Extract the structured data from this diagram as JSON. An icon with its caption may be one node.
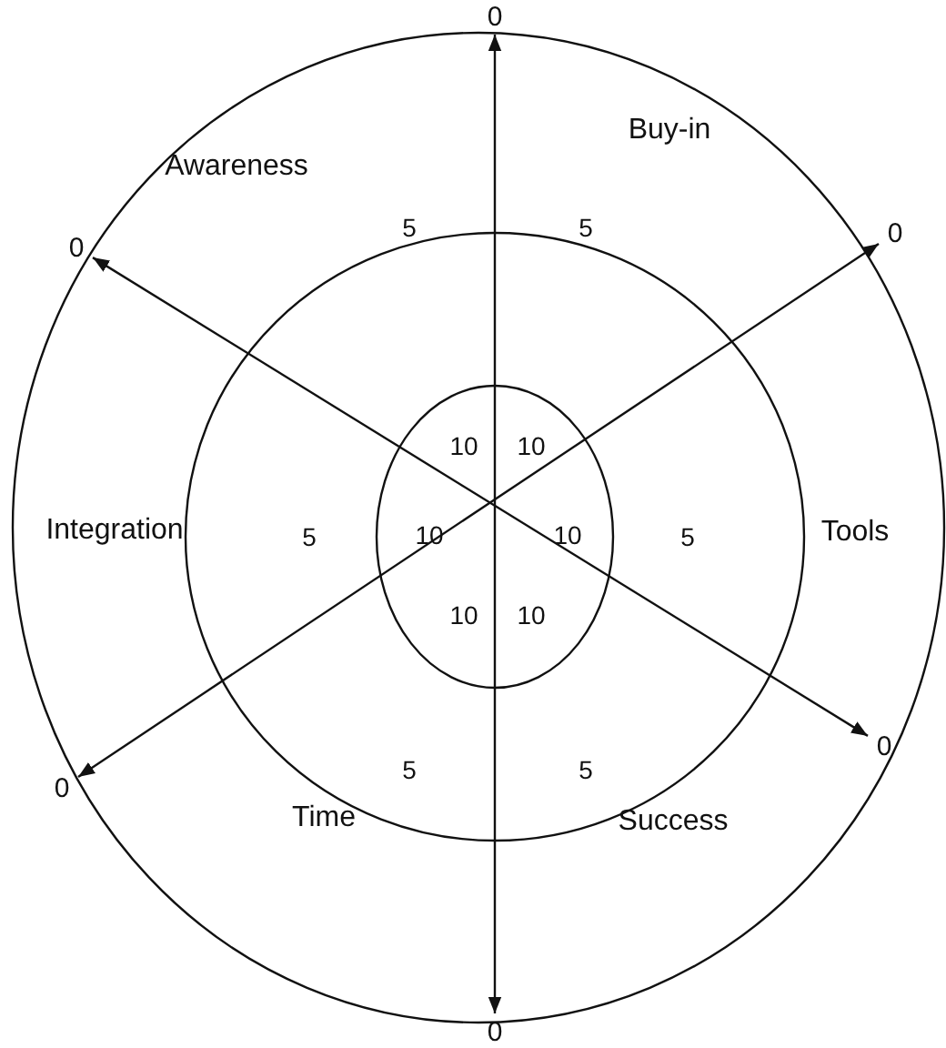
{
  "diagram": {
    "nodes": [
      {
        "text": [
          "0"
        ]
      },
      {
        "text": [
          "0"
        ]
      },
      {
        "text": [
          "0"
        ]
      },
      {
        "text": [
          "0"
        ]
      },
      {
        "text": [
          "0"
        ]
      },
      {
        "text": [
          "0"
        ]
      }
    ],
    "edges": [
      {
        "from": 0,
        "to": 5,
        "arrow": "both"
      },
      {
        "from": 1,
        "to": 4,
        "arrow": "both"
      },
      {
        "from": 2,
        "to": 3,
        "arrow": "both"
      }
    ],
    "labels": [
      "Awareness",
      "Buy-in",
      "5",
      "5",
      "10",
      "10",
      "Integration",
      "5",
      "10",
      "10",
      "5",
      "Tools",
      "10",
      "10",
      "5",
      "5",
      "Time",
      "Success"
    ]
  }
}
